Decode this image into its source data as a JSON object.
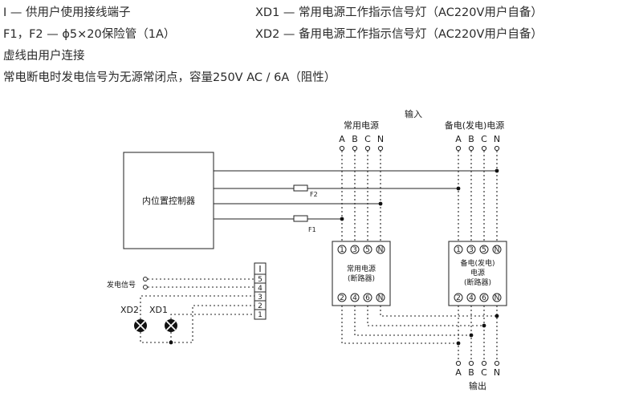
{
  "notes": {
    "line1_left": "I — 供用户使用接线端子",
    "line1_right": "XD1 — 常用电源工作指示信号灯（AC220V用户自备）",
    "line2_left": "F1，F2 — ϕ5×20保险管（1A）",
    "line2_right": "XD2 — 备用电源工作指示信号灯（AC220V用户自备）",
    "line3": "虚线由用户连接",
    "line4": "常电断电时发电信号为无源常闭点，容量250V AC / 6A（阻性）"
  },
  "diagram": {
    "input_label": "输入",
    "output_label": "输出",
    "normal_source_label": "常用电源",
    "backup_source_label": "备电(发电)电源",
    "phases": [
      "A",
      "B",
      "C",
      "N"
    ],
    "controller_label": "内位置控制器",
    "fuse_f1": "F1",
    "fuse_f2": "F2",
    "breaker_normal": [
      "常用电源",
      "(断路器)"
    ],
    "breaker_backup": [
      "备电(发电)",
      "电源",
      "(断路器)"
    ],
    "breaker_top_terminals": [
      "1",
      "3",
      "5",
      "N"
    ],
    "breaker_bottom_terminals": [
      "2",
      "4",
      "6",
      "N"
    ],
    "terminal_block_header": "I",
    "terminal_numbers": [
      "5",
      "4",
      "3",
      "2",
      "1"
    ],
    "signal_label": "发电信号",
    "lamp_xd2": "XD2",
    "lamp_xd1": "XD1"
  }
}
